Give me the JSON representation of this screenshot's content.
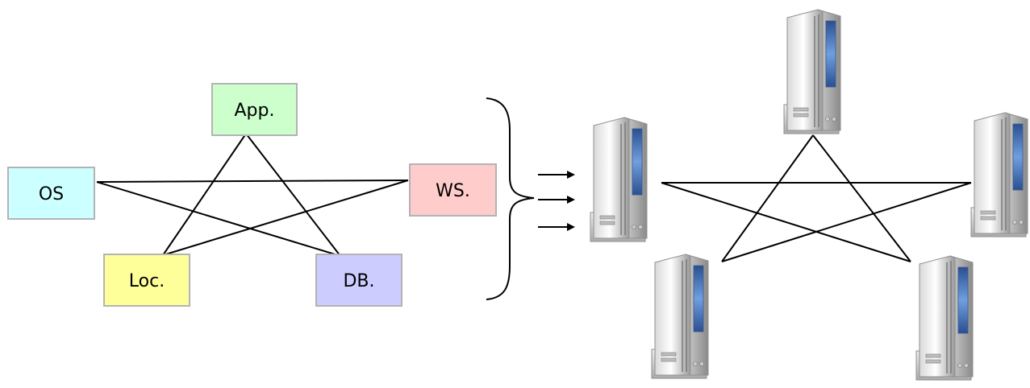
{
  "nodes": [
    {
      "id": "app",
      "label": "App.",
      "color": "#ccffcc"
    },
    {
      "id": "os",
      "label": "OS",
      "color": "#ccffff"
    },
    {
      "id": "ws",
      "label": "WS.",
      "color": "#ffcccc"
    },
    {
      "id": "loc",
      "label": "Loc.",
      "color": "#ffff99"
    },
    {
      "id": "db",
      "label": "DB.",
      "color": "#ccccff"
    }
  ],
  "node_border_color": "#b3b3b3",
  "line_color": "#000000",
  "server_icon": "server-tower-icon",
  "server_count": 5,
  "arrow_count": 3,
  "brace": "right-curly-brace"
}
